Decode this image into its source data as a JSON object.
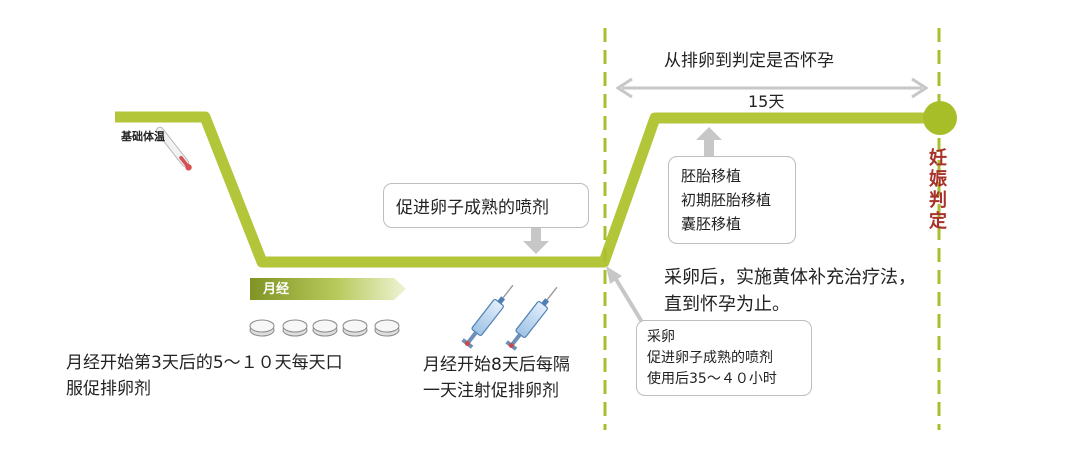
{
  "diagram": {
    "bbt_label": "基础体温",
    "menses_label": "月经",
    "phase_top_label": "从排卵到判定是否怀孕",
    "days_label": "15天",
    "judgment_label": "妊娠判定",
    "spray_box_text": "促进卵子成熟的喷剂",
    "transfer_box_lines": [
      "胚胎移植",
      "初期胚胎移植",
      "囊胚移植"
    ],
    "luteal_text_lines": [
      "采卵后，实施黄体补充治疗法，",
      "直到怀孕为止。"
    ],
    "retrieval_box_lines": [
      "采卵",
      "促进卵子成熟的喷剂",
      "使用后35～４０小时"
    ],
    "oral_text_lines": [
      "月经开始第3天后的5～１０天每天口",
      "服促排卵剂"
    ],
    "injection_text_lines": [
      "月经开始8天后每隔",
      "一天注射促排卵剂"
    ],
    "colors": {
      "temperature_line": "#b3c63a",
      "dashed_marker": "#a9bf2c",
      "judgment_dot": "#a7be28",
      "judgment_text": "#a8312a",
      "menses_arrow": "#8ca22a",
      "callout_border": "#bdbdbd",
      "gray_arrow": "#c7c7c7"
    },
    "icons": [
      "thermometer-icon",
      "pill-icon",
      "syringe-icon"
    ]
  }
}
